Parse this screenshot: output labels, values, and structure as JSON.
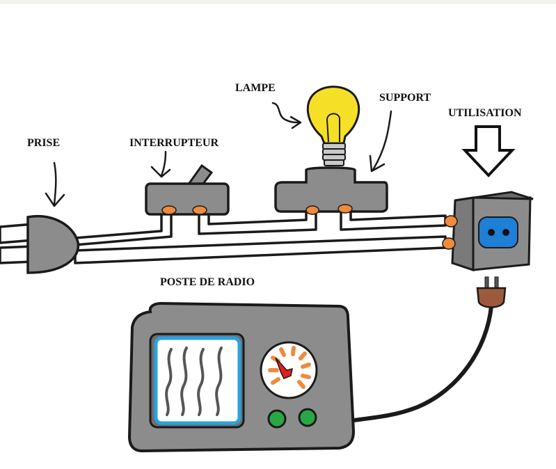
{
  "labels": {
    "prise": "PRISE",
    "interrupteur": "INTERRUPTEUR",
    "lampe": "LAMPE",
    "support": "SUPPORT",
    "utilisation": "UTILISATION",
    "poste_radio": "POSTE DE RADIO"
  },
  "colors": {
    "device_gray": "#8c8c8c",
    "outline": "#1a1a1a",
    "terminal_orange": "#f08a3c",
    "bulb_yellow": "#f6e027",
    "outlet_blue": "#1e7fd6",
    "screen_blue": "#2aa2e0",
    "radio_plug_brown": "#9b5a3c",
    "knob_green": "#27a844",
    "needle_red": "#e02020"
  }
}
